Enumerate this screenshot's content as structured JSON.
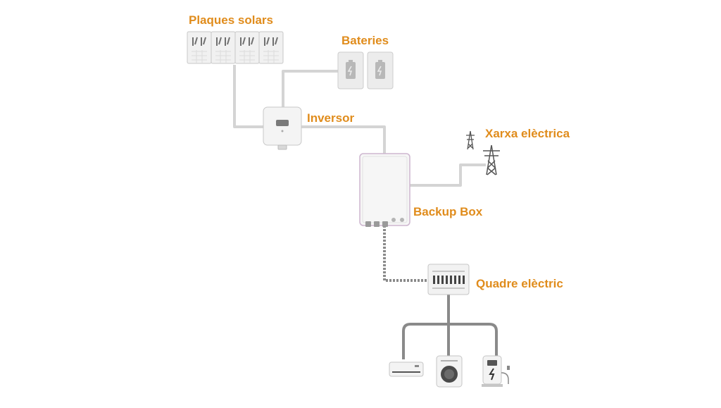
{
  "labels": {
    "solar_panels": "Plaques solars",
    "batteries": "Bateries",
    "inverter": "Inversor",
    "grid": "Xarxa elèctrica",
    "backup_box": "Backup Box",
    "panel_board": "Quadre elèctric"
  },
  "colors": {
    "label": "#e08c1c",
    "wire_light": "#d4d4d4",
    "wire_dark": "#8a8a8a",
    "device_fill": "#f1f1f1",
    "device_stroke": "#b9b9b9",
    "backup_box_stroke": "#cdb6cf"
  },
  "icons": [
    "solar-panel-icon",
    "battery-icon",
    "inverter-icon",
    "transmission-tower-icon",
    "backup-box-icon",
    "panel-board-icon",
    "air-conditioner-icon",
    "washing-machine-icon",
    "ev-charger-icon"
  ]
}
